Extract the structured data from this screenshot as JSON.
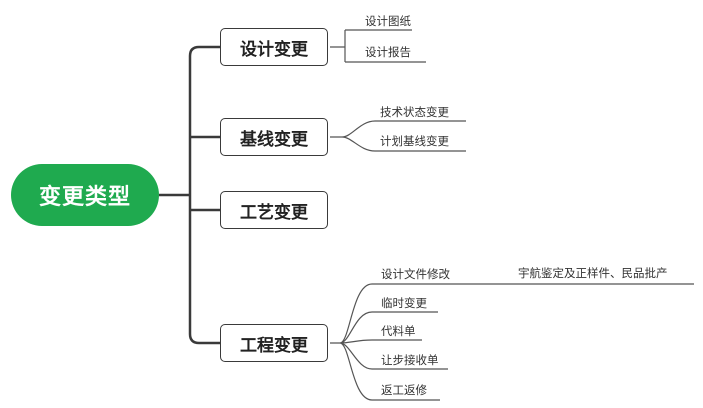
{
  "root": {
    "label": "变更类型"
  },
  "branches": [
    {
      "label": "设计变更",
      "children": [
        "设计图纸",
        "设计报告"
      ]
    },
    {
      "label": "基线变更",
      "children": [
        "技术状态变更",
        "计划基线变更"
      ]
    },
    {
      "label": "工艺变更",
      "children": []
    },
    {
      "label": "工程变更",
      "children": [
        "设计文件修改",
        "临时变更",
        "代料单",
        "让步接收单",
        "返工返修"
      ]
    }
  ],
  "extra_leaf": {
    "parent": "设计文件修改",
    "label": "宇航鉴定及正样件、民品批产"
  },
  "colors": {
    "root_fill": "#1faa4f",
    "line": "#3a3a3a",
    "leaf_line": "#555555"
  }
}
